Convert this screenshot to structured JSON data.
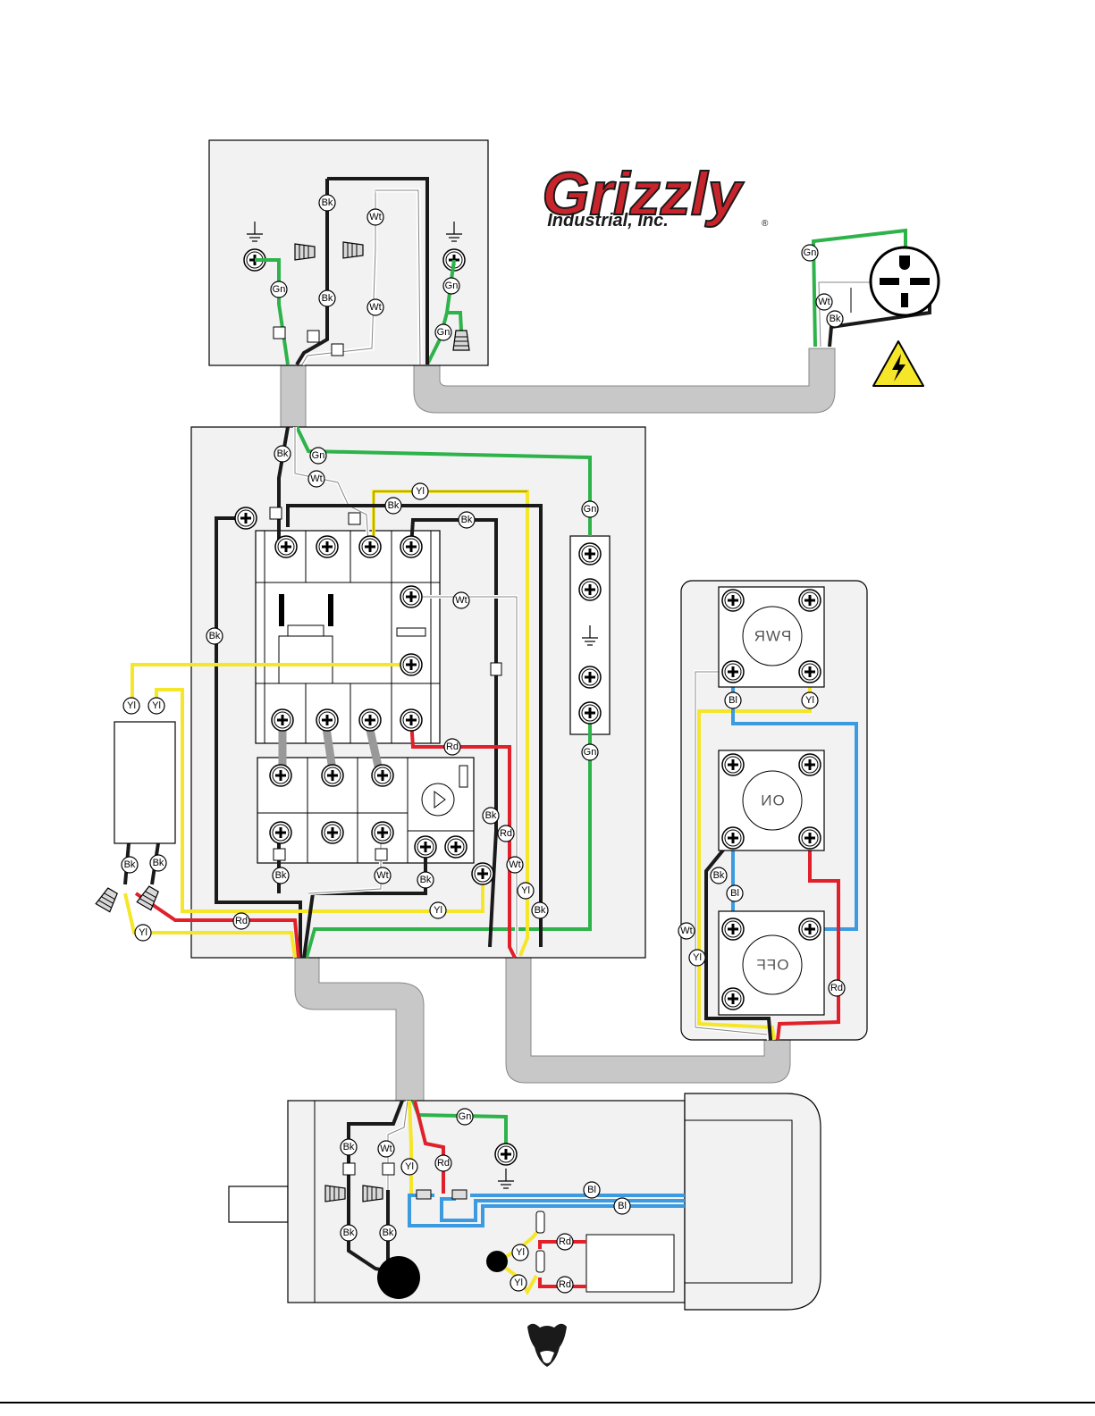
{
  "brand": {
    "name": "Grizzly",
    "subtitle": "Industrial, Inc.",
    "registered": "®",
    "colors": {
      "red": "#c8242b",
      "dark": "#1a1a1a"
    }
  },
  "wire_labels": {
    "black": "Bk",
    "white": "Wt",
    "green": "Gn",
    "yellow": "Yl",
    "red": "Rd",
    "blue": "Bl"
  },
  "switches": {
    "power": "PWR",
    "on": "ON",
    "off": "OFF"
  },
  "wire_colors": {
    "black": "#1a1a1a",
    "white": "#ffffff",
    "green": "#2eb24a",
    "yellow": "#f5e62a",
    "red": "#e0202a",
    "blue": "#3b9ae0",
    "conduit": "#c8c8c8",
    "panel": "#f2f2f2"
  },
  "icons": [
    "ground-icon",
    "screw-terminal-icon",
    "wire-nut-icon",
    "warning-icon",
    "plug-icon",
    "grizzly-bear-icon"
  ]
}
